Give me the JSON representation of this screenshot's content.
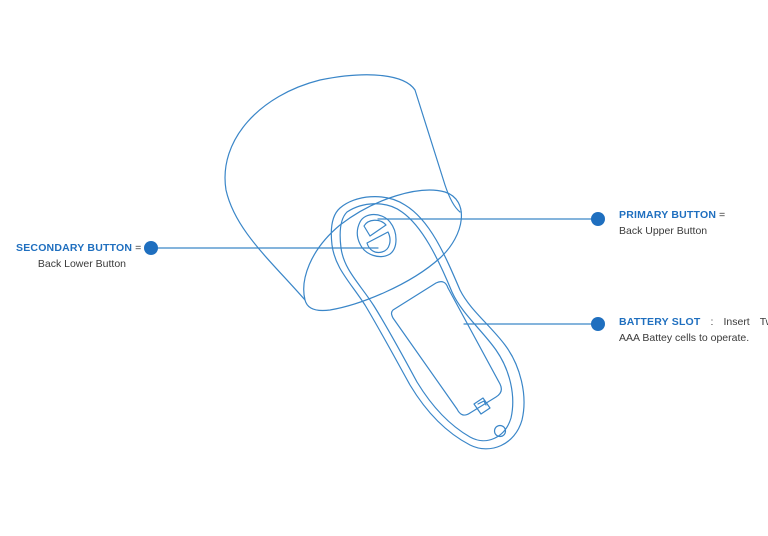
{
  "colors": {
    "line": "#3a86c8",
    "dot": "#1f6fbf",
    "title": "#1f6fbf",
    "text": "#3a3a3a"
  },
  "callouts": {
    "secondary": {
      "title": "SECONDARY BUTTON",
      "separator": "=",
      "description": "Back Lower Button"
    },
    "primary": {
      "title": "PRIMARY BUTTON",
      "separator": "=",
      "description": "Back Upper Button"
    },
    "battery": {
      "title": "BATTERY SLOT",
      "separator": ":",
      "description_line1_word1": "Insert",
      "description_line1_word2": "Two",
      "description_line2": "AAA Battey cells to operate."
    }
  }
}
